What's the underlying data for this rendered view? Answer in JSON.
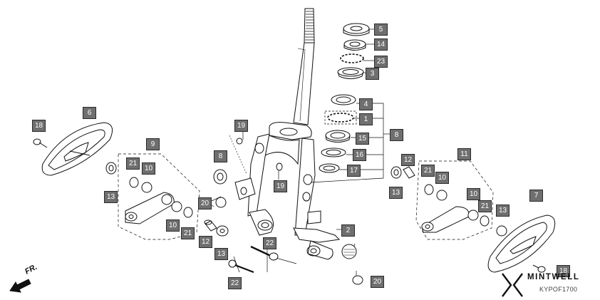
{
  "diagram": {
    "direction_label": "FR.",
    "diagram_code": "KYPOF1700",
    "brand_name": "MINTWELL"
  },
  "callouts": {
    "c5": "5",
    "c14": "14",
    "c23": "23",
    "c3": "3",
    "c4": "4",
    "c1": "1",
    "c8": "8",
    "c15": "15",
    "c16": "16",
    "c17": "17",
    "c6": "6",
    "c18a": "18",
    "c9": "9",
    "c21a": "21",
    "c10a": "10",
    "c13a": "13",
    "c10b": "10",
    "c21b": "21",
    "c20a": "20",
    "c12a": "12",
    "c13b": "13",
    "c22a": "22",
    "c22b": "22",
    "c19a": "19",
    "c19b": "19",
    "c8b": "8",
    "c2": "2",
    "c20b": "20",
    "c11": "11",
    "c12b": "12",
    "c21c": "21",
    "c10c": "10",
    "c13c": "13",
    "c10d": "10",
    "c21d": "21",
    "c13d": "13",
    "c7": "7",
    "c18b": "18"
  }
}
